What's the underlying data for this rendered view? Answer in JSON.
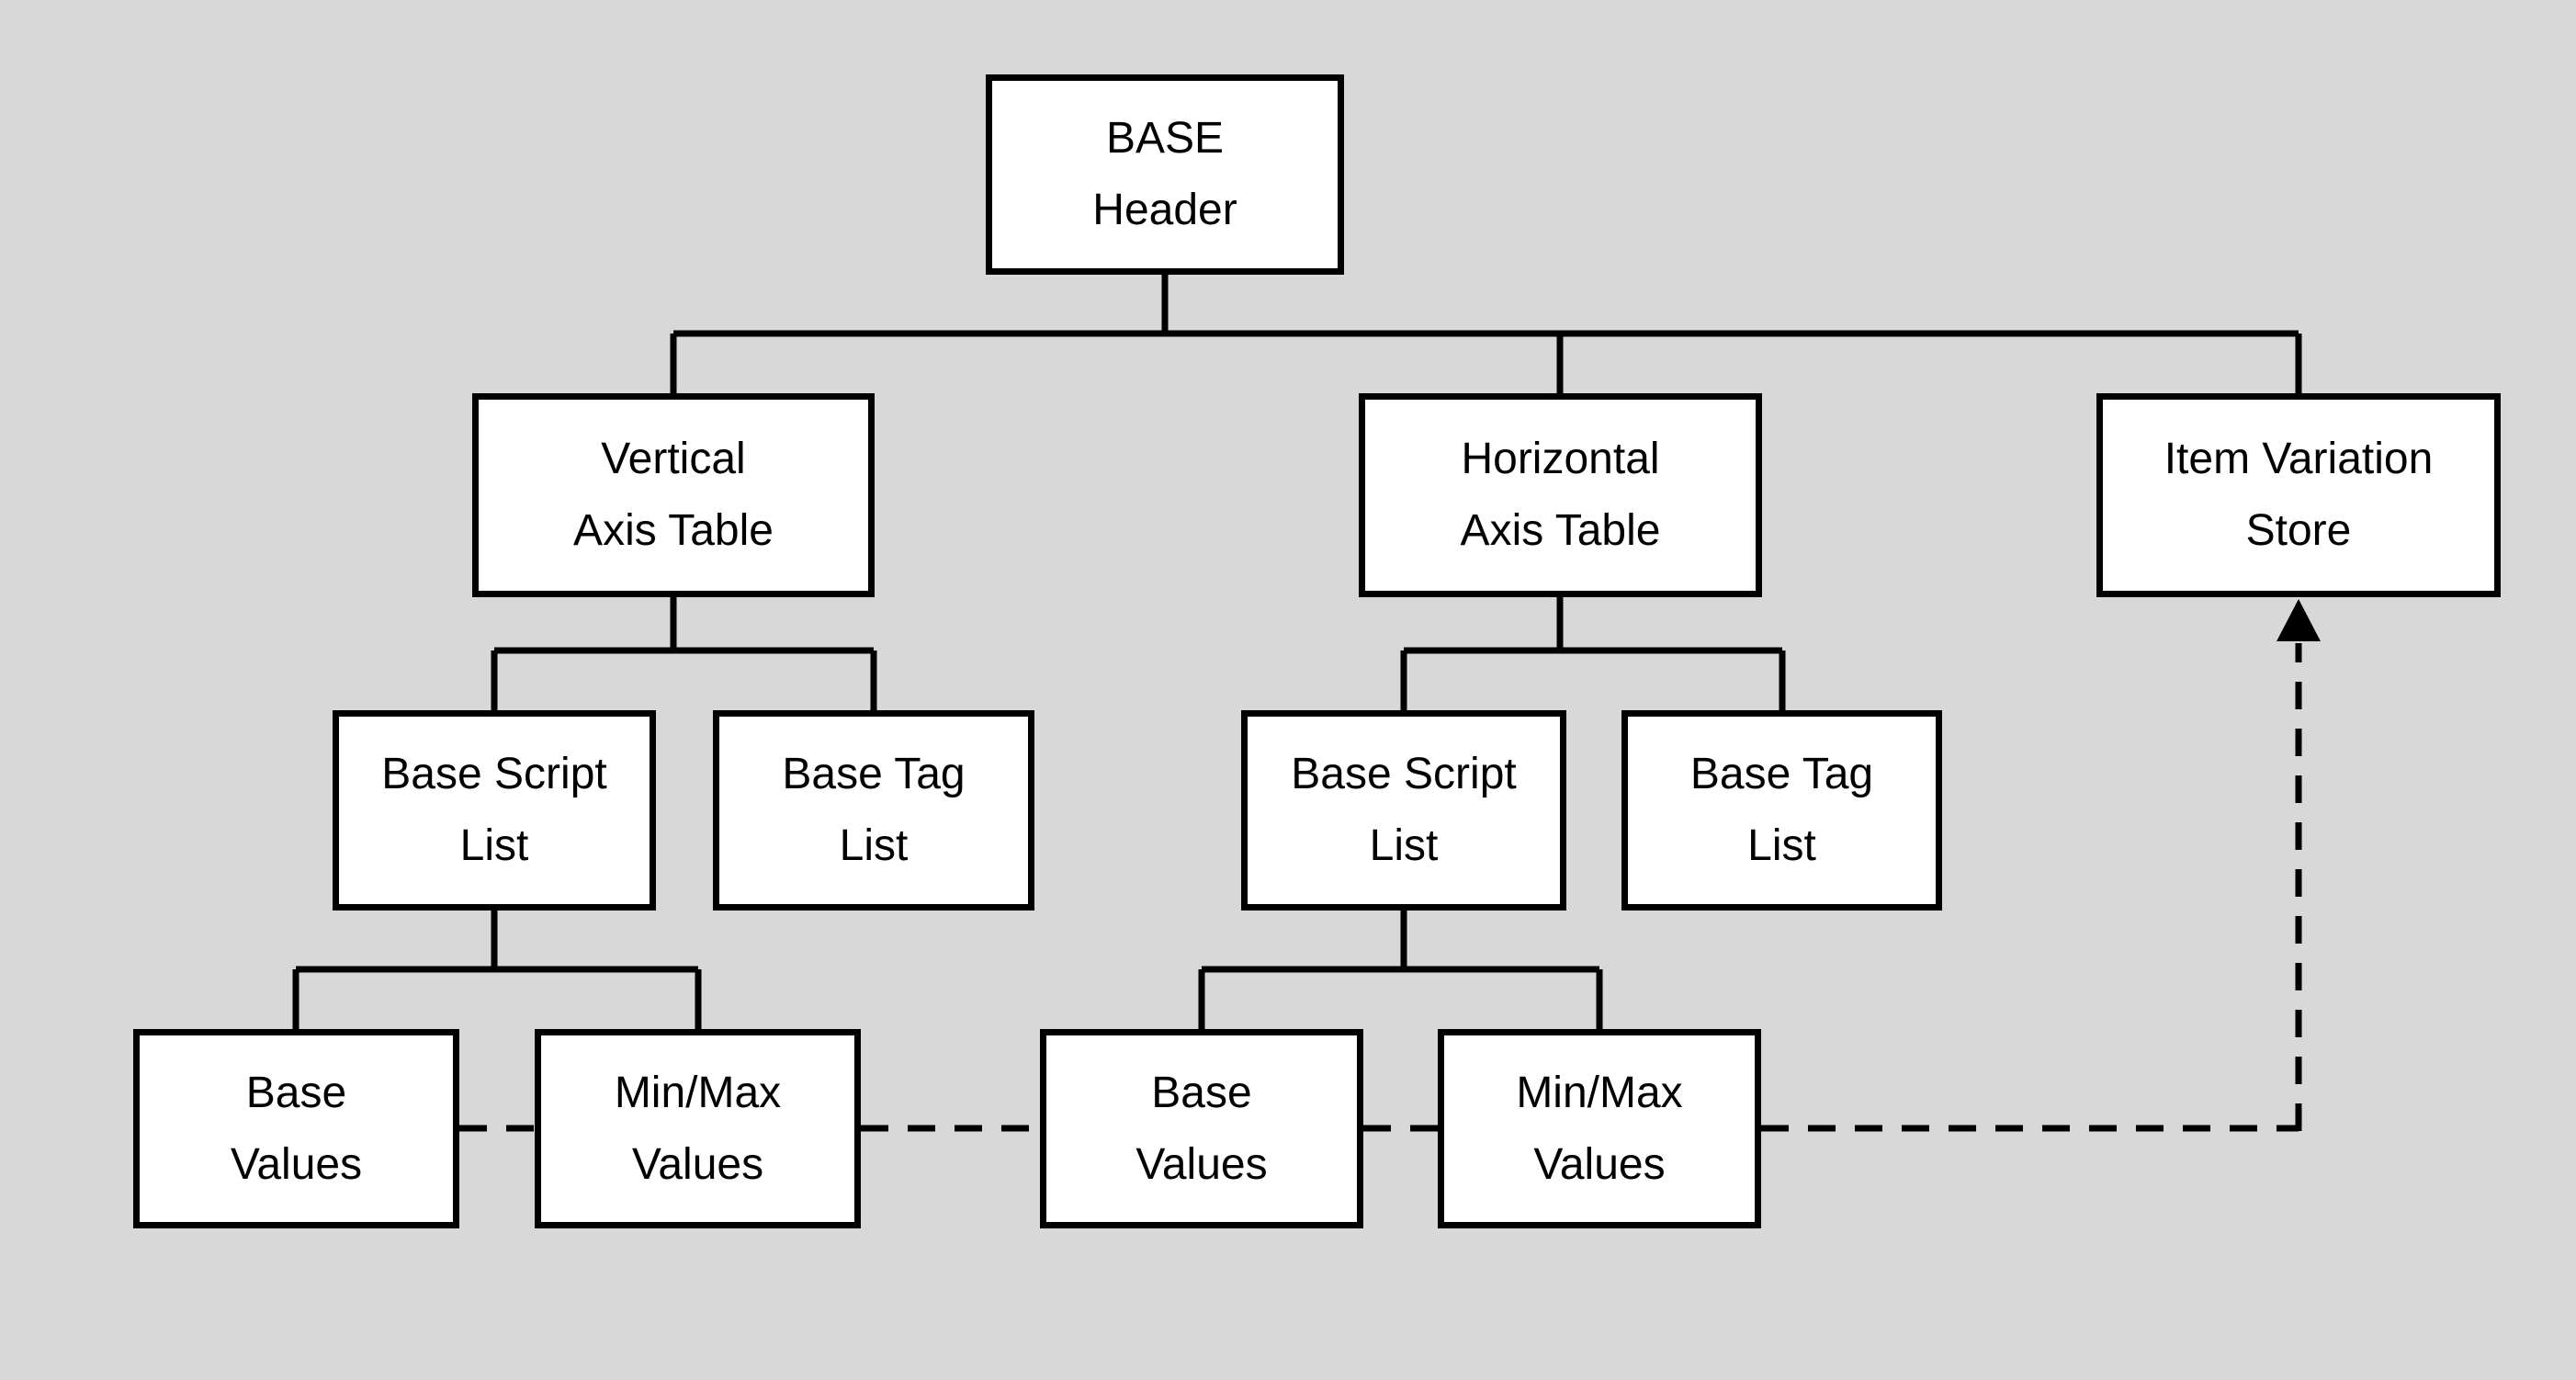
{
  "colors": {
    "background": "#d8d8d8",
    "box_fill": "#ffffff",
    "line": "#000000"
  },
  "nodes": {
    "base_header": {
      "label": "BASE\nHeader"
    },
    "vertical_axis_table": {
      "label": "Vertical\nAxis Table"
    },
    "horizontal_axis_table": {
      "label": "Horizontal\nAxis Table"
    },
    "item_variation_store": {
      "label": "Item Variation\nStore"
    },
    "v_base_script_list": {
      "label": "Base Script\nList"
    },
    "v_base_tag_list": {
      "label": "Base Tag\nList"
    },
    "h_base_script_list": {
      "label": "Base Script\nList"
    },
    "h_base_tag_list": {
      "label": "Base Tag\nList"
    },
    "v_base_values": {
      "label": "Base\nValues"
    },
    "v_minmax_values": {
      "label": "Min/Max\nValues"
    },
    "h_base_values": {
      "label": "Base\nValues"
    },
    "h_minmax_values": {
      "label": "Min/Max\nValues"
    }
  },
  "edges": {
    "solid_parent_child": [
      [
        "BASE Header",
        "Vertical Axis Table"
      ],
      [
        "BASE Header",
        "Horizontal Axis Table"
      ],
      [
        "BASE Header",
        "Item Variation Store"
      ],
      [
        "Vertical Axis Table",
        "Base Script List"
      ],
      [
        "Vertical Axis Table",
        "Base Tag List"
      ],
      [
        "Horizontal Axis Table",
        "Base Script List"
      ],
      [
        "Horizontal Axis Table",
        "Base Tag List"
      ],
      [
        "Base Script List (vertical)",
        "Base Values"
      ],
      [
        "Base Script List (vertical)",
        "Min/Max Values"
      ],
      [
        "Base Script List (horizontal)",
        "Base Values"
      ],
      [
        "Base Script List (horizontal)",
        "Min/Max Values"
      ]
    ],
    "dashed_reference": [
      [
        "Base Values / Min/Max Values (all)",
        "Item Variation Store"
      ]
    ]
  }
}
